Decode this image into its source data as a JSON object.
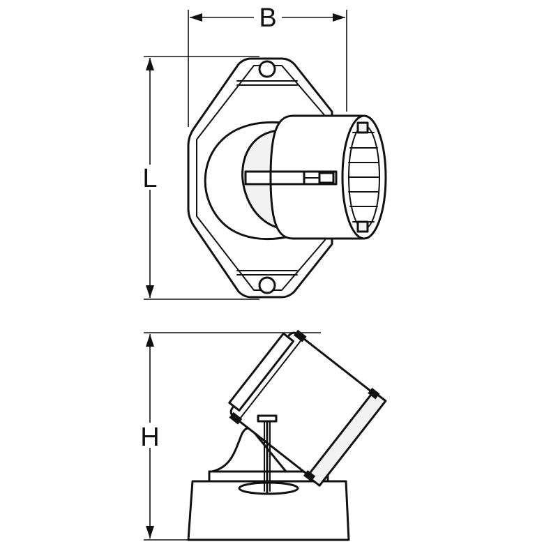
{
  "drawing": {
    "dimension_labels": {
      "width": "B",
      "length": "L",
      "height": "H"
    },
    "line_color": "#111111",
    "background_color": "#ffffff"
  }
}
